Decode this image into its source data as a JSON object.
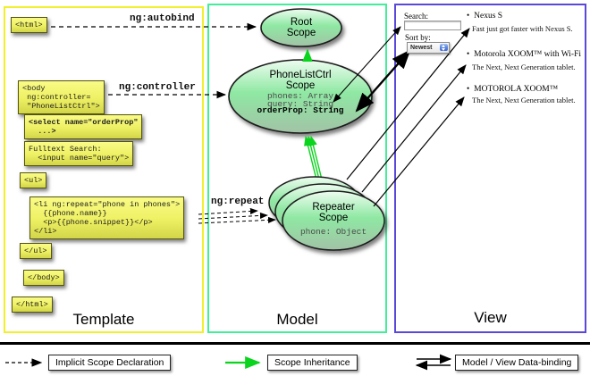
{
  "panels": {
    "template": {
      "label": "Template"
    },
    "model": {
      "label": "Model"
    },
    "view": {
      "label": "View"
    }
  },
  "template": {
    "boxes": {
      "html_open": "<html>",
      "body_open": "<body\n ng:controller=\n \"PhoneListCtrl\">",
      "select": "<select name=\"orderProp\"\n  ...>",
      "fulltext": "Fulltext Search:\n  <input name=\"query\">",
      "ul_open": "<ul>",
      "li_repeat": "<li ng:repeat=\"phone in phones\">\n  {{phone.name}}\n  <p>{{phone.snippet}}</p>\n</li>",
      "ul_close": "</ul>",
      "body_close": "</body>",
      "html_close": "</html>"
    },
    "annotations": {
      "autobind": "ng:autobind",
      "controller": "ng:controller",
      "repeat": "ng:repeat"
    }
  },
  "model": {
    "root_scope": {
      "title": "Root\nScope"
    },
    "phonelist_scope": {
      "title": "PhoneListCtrl\nScope",
      "props_regular": "phones: Array\nquery: String",
      "prop_bold": "orderProp: String"
    },
    "repeater_scope": {
      "title": "Repeater\nScope",
      "prop": "phone: Object"
    }
  },
  "view": {
    "search_label": "Search:",
    "search_value": "",
    "sort_label": "Sort by:",
    "sort_value": "Newest",
    "bullet": "•",
    "items": [
      {
        "name": "Nexus S",
        "desc": "Fast just got faster with Nexus S."
      },
      {
        "name": "Motorola XOOM™ with Wi-Fi",
        "desc": "The Next, Next Generation tablet."
      },
      {
        "name": "MOTOROLA XOOM™",
        "desc": "The Next, Next Generation tablet."
      }
    ]
  },
  "legend": [
    {
      "label": "Implicit Scope Declaration",
      "arrow": "dashed-black-arrow"
    },
    {
      "label": "Scope Inheritance",
      "arrow": "solid-green-arrow"
    },
    {
      "label": "Model / View Data-binding",
      "arrow": "double-black-arrows"
    }
  ],
  "colors": {
    "template_border": "#f2ef2d",
    "model_border": "#43ee9b",
    "view_border": "#5948d9",
    "scope_fill_mid": "#8fe8a3",
    "code_box_yellow": "#eef063",
    "inheritance_green": "#0ad41e"
  }
}
